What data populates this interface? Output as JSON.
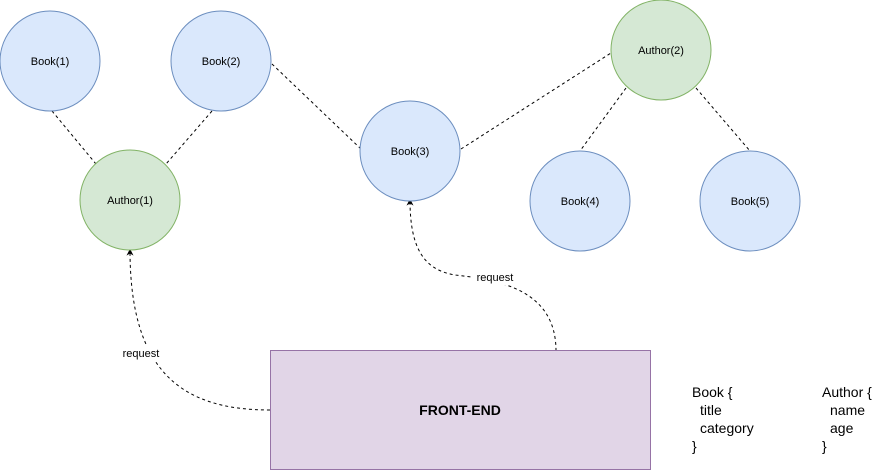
{
  "nodes": {
    "book1": {
      "label": "Book(1)",
      "type": "book"
    },
    "book2": {
      "label": "Book(2)",
      "type": "book"
    },
    "book3": {
      "label": "Book(3)",
      "type": "book"
    },
    "book4": {
      "label": "Book(4)",
      "type": "book"
    },
    "book5": {
      "label": "Book(5)",
      "type": "book"
    },
    "author1": {
      "label": "Author(1)",
      "type": "author"
    },
    "author2": {
      "label": "Author(2)",
      "type": "author"
    }
  },
  "edges": [
    {
      "from": "book1",
      "to": "author1"
    },
    {
      "from": "book2",
      "to": "author1"
    },
    {
      "from": "book2",
      "to": "book3"
    },
    {
      "from": "book3",
      "to": "author2"
    },
    {
      "from": "author2",
      "to": "book4"
    },
    {
      "from": "author2",
      "to": "book5"
    }
  ],
  "requests": {
    "left": {
      "label": "request",
      "target": "author1"
    },
    "right": {
      "label": "request",
      "target": "book3"
    }
  },
  "frontend": {
    "label": "FRONT-END"
  },
  "schema": {
    "book": {
      "open": "Book {",
      "fields": [
        "title",
        "category"
      ],
      "close": "}"
    },
    "author": {
      "open": "Author {",
      "fields": [
        "name",
        "age"
      ],
      "close": "}"
    }
  },
  "colors": {
    "book_fill": "#dae8fc",
    "book_stroke": "#6c8ebf",
    "author_fill": "#d5e8d4",
    "author_stroke": "#82b366",
    "frontend_fill": "#e1d5e7",
    "frontend_stroke": "#9673a6",
    "edge": "#000000"
  }
}
